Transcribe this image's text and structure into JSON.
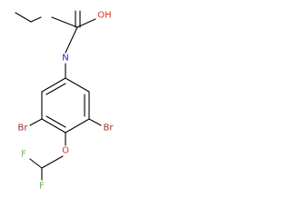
{
  "molecule": {
    "atoms": {
      "nitrogen": "N",
      "hydroxyl": "OH",
      "ether_oxygen": "O",
      "bromine_left": "Br",
      "bromine_right": "Br",
      "fluorine_top": "F",
      "fluorine_bottom": "F"
    }
  },
  "colors": {
    "bond": "#000000",
    "nitrogen": "#1f1fd6",
    "oxygen": "#e0301e",
    "bromine": "#a52a2a",
    "fluorine": "#6cb33f"
  }
}
